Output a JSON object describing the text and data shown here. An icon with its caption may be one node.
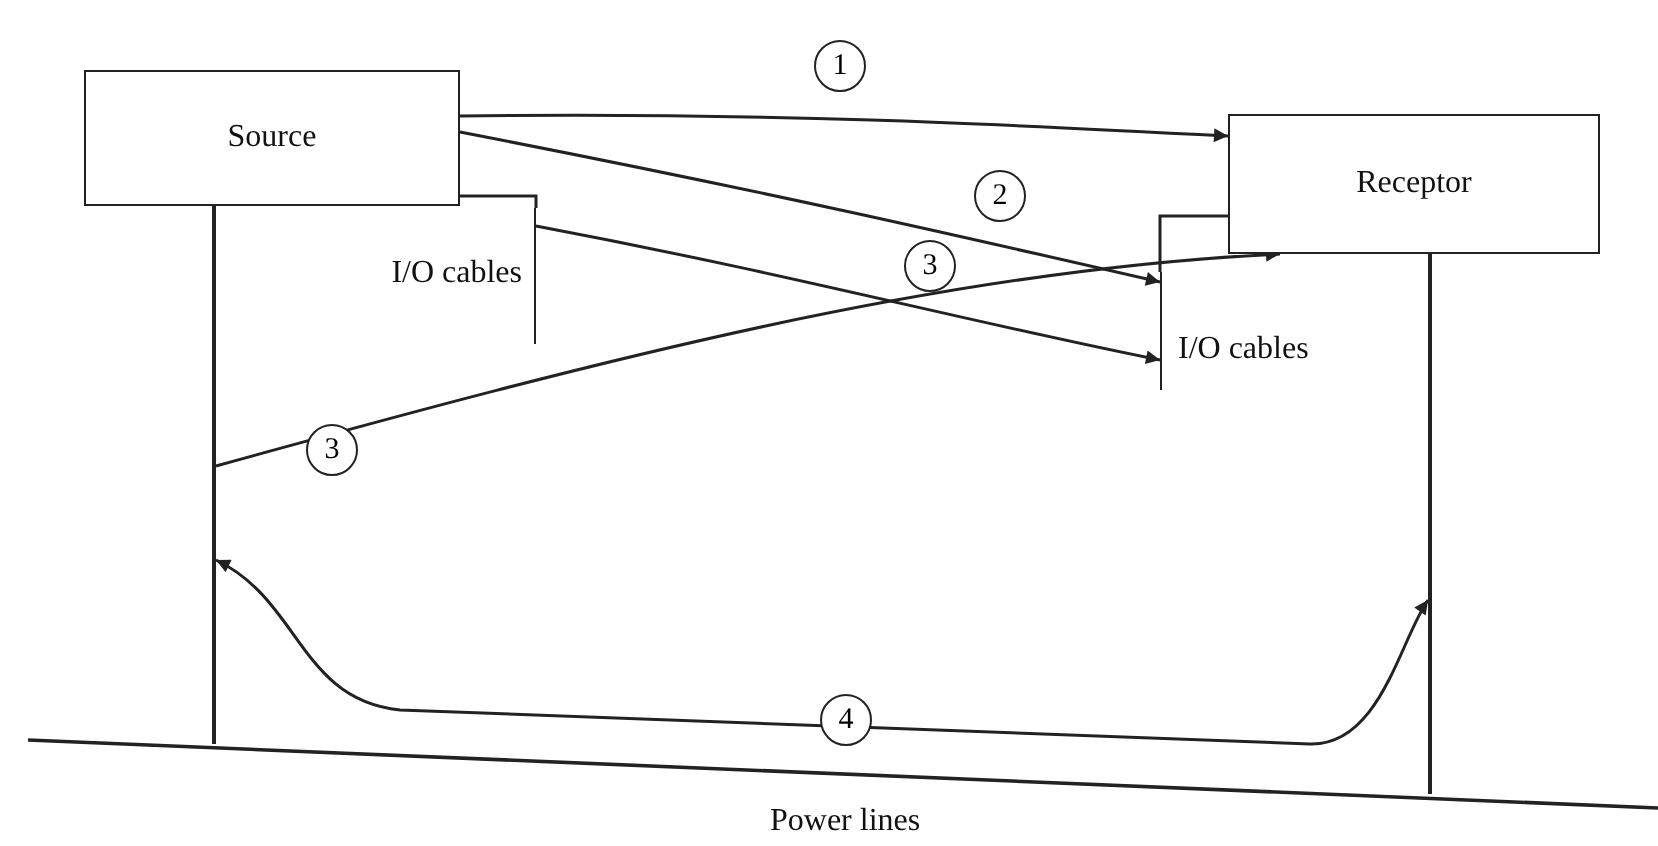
{
  "diagram": {
    "nodes": [
      {
        "text": [
          "Source"
        ]
      },
      {
        "text": [
          "Receptor"
        ]
      },
      {
        "text": [
          "I/O cables"
        ]
      },
      {
        "text": [
          "I/O cables"
        ]
      },
      {
        "text": [],
        "shape": "line"
      },
      {
        "text": [],
        "shape": "line"
      }
    ],
    "edges": [
      {
        "from": 0,
        "to": 1,
        "arrow": "to",
        "label": "1"
      },
      {
        "from": 0,
        "to": 3,
        "arrow": "to",
        "label": "2"
      },
      {
        "from": 2,
        "to": 3,
        "arrow": "to",
        "label": "3"
      },
      {
        "from": 4,
        "to": 1,
        "arrow": "to",
        "label": "3"
      },
      {
        "from": 4,
        "to": 5,
        "arrow": "both",
        "label": "4"
      }
    ],
    "labels": [
      "Power lines"
    ]
  }
}
